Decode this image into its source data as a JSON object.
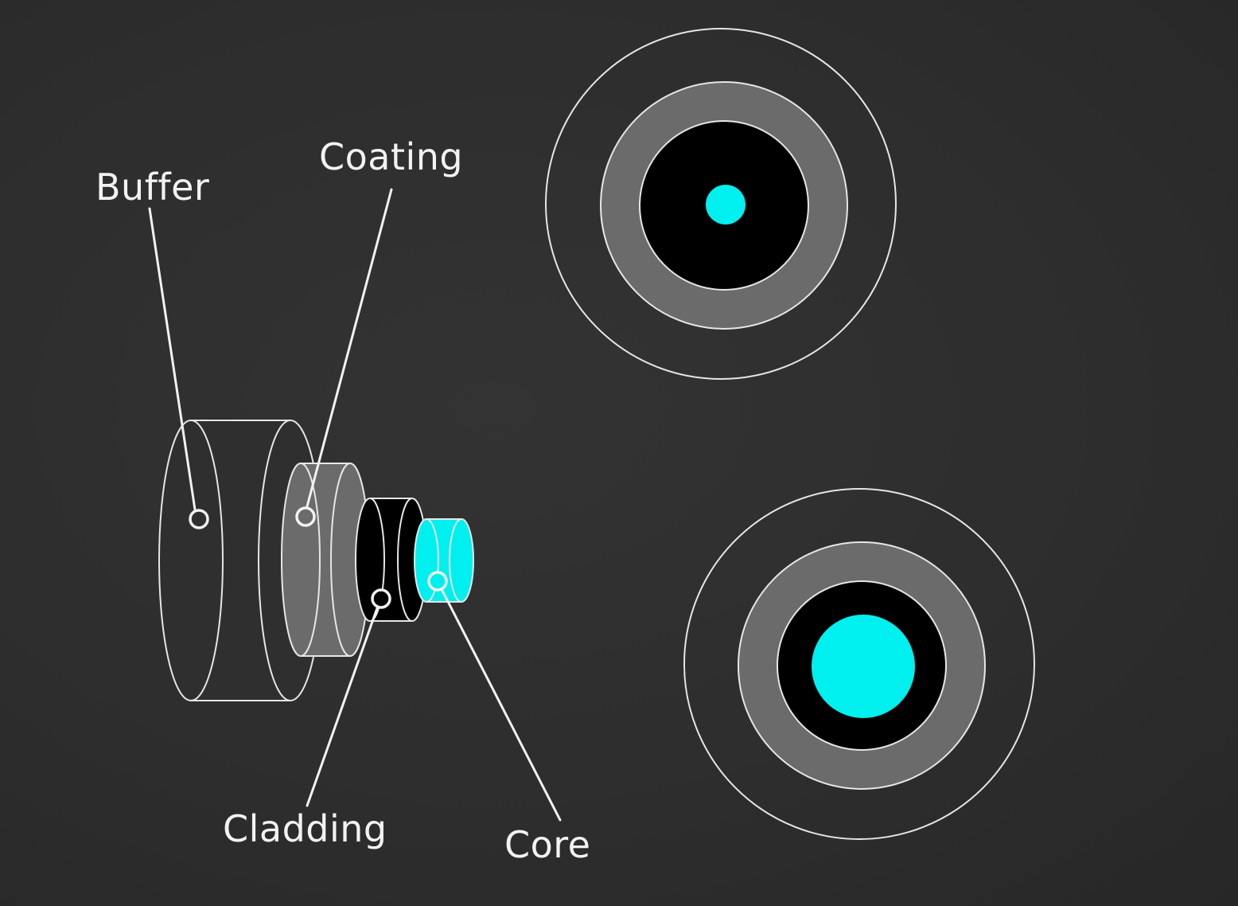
{
  "labels": {
    "buffer": "Buffer",
    "coating": "Coating",
    "cladding": "Cladding",
    "core": "Core"
  },
  "colors": {
    "background": "#2e2e2e",
    "outline": "#e6e6e6",
    "coating_gray": "#6b6b6b",
    "cladding_black": "#000000",
    "core_cyan": "#00f0f0"
  }
}
